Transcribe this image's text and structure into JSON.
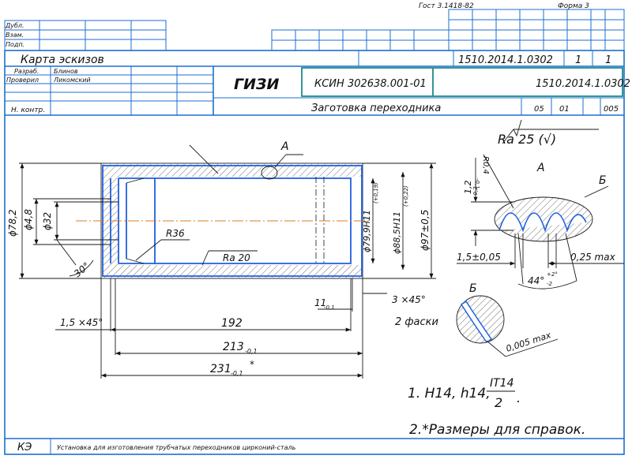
{
  "header": {
    "gost": "Гост 3.1418-82",
    "form": "Форма 3",
    "side_labels": [
      "Дубл.",
      "Взам.",
      "Подп."
    ],
    "doc_title": "Карта эскизов",
    "code_top": "1510.2014.1.0302",
    "sheet": "1",
    "sheets": "1",
    "developed_label": "Разраб.",
    "developed_by": "Блинов",
    "checked_label": "Проверил",
    "checked_by": "Ликомский",
    "norm_label": "Н. контр.",
    "org": "ГИЗИ",
    "designation": "КСИН 302638.001-01",
    "code": "1510.2014.1.0302",
    "part_name": "Заготовка переходника",
    "n1": "05",
    "n2": "01",
    "n3": "005"
  },
  "drawing": {
    "roughness": "Ra 25 (√)",
    "detail_a": "А",
    "detail_b": "Б",
    "view_a_label": "А",
    "r_fillet": "R0,4",
    "r_fillet_tol": "-0,1",
    "height_12": "1,2",
    "height_12_tol": "-0,2",
    "width_15": "1,5±0,05",
    "max_025": "0,25 max",
    "angle_44": "44°",
    "angle_44_tol_top": "+2°",
    "angle_44_tol_bot": "-2",
    "max_0005": "0,005 max",
    "d782": "ϕ78,2",
    "d48": "ϕ4,8",
    "d32": "ϕ32",
    "r36": "R36",
    "ra20": "Ra 20",
    "d799": "ϕ79,9H11",
    "d799_tol": "(+0,19)",
    "d885": "ϕ88,5H11",
    "d885_tol": "(+0,22)",
    "d97": "ϕ97±0,5",
    "angle30": "30°",
    "dim11": "11",
    "dim11_tol": "-0,1",
    "chamfer3": "3 ×45°",
    "chamfer_note": "2 фаски",
    "chamfer15": "1,5 ×45°",
    "len192": "192",
    "len213": "213",
    "len213_tol": "-0,1",
    "len231": "231",
    "len231_tol": "-0,1",
    "len231_mark": "*"
  },
  "notes": {
    "note1_prefix": "1. H14, h14,",
    "note1_num": "IT14",
    "note1_den": "2",
    "note1_end": ".",
    "note2": "2.*Размеры для справок."
  },
  "footer": {
    "label": "КЭ",
    "text": "Установка для изготовления трубчатых переходников цирконий-сталь"
  },
  "colors": {
    "frame": "#1b6fd0",
    "highlight": "#1f8a8a",
    "part": "#1f5fe0",
    "axis": "#e07a20"
  }
}
